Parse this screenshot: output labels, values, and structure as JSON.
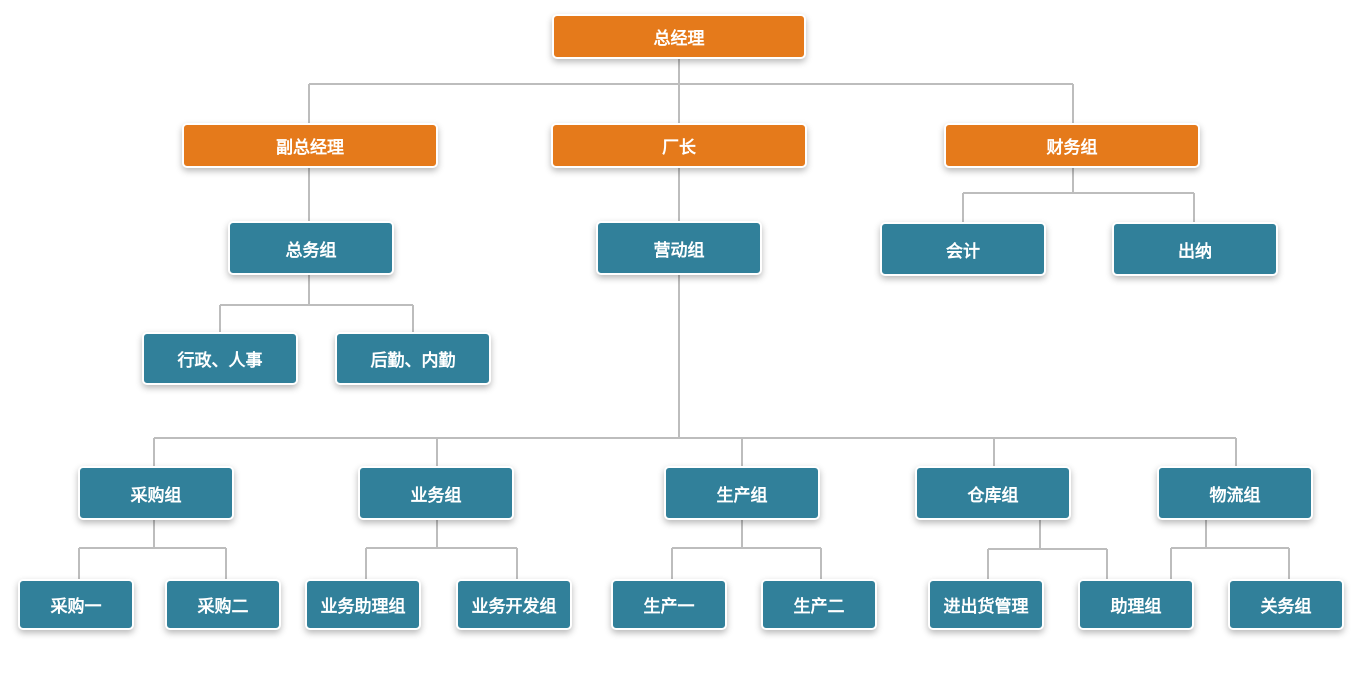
{
  "colors": {
    "primary": "#E57A1B",
    "secondary": "#31809A",
    "connector": "#BDBDBD"
  },
  "nodes": {
    "gm": "总经理",
    "deputy_gm": "副总经理",
    "factory_director": "厂长",
    "finance": "财务组",
    "general_affairs": "总务组",
    "operations": "营动组",
    "accounting": "会计",
    "cashier": "出纳",
    "admin_hr": "行政、人事",
    "logistics_support": "后勤、内勤",
    "purchasing": "采购组",
    "sales": "业务组",
    "production": "生产组",
    "warehouse": "仓库组",
    "logistics": "物流组",
    "purchasing_1": "采购一",
    "purchasing_2": "采购二",
    "sales_assistant": "业务助理组",
    "sales_development": "业务开发组",
    "production_1": "生产一",
    "production_2": "生产二",
    "inventory_management": "进出货管理",
    "assistant_group": "助理组",
    "public_relations": "关务组"
  }
}
